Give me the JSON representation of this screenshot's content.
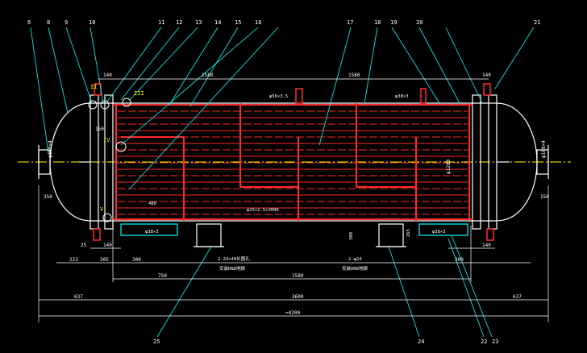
{
  "title": "",
  "colors": {
    "background": "#000000",
    "callout": "#00ffff",
    "dimension": "#ffffff",
    "tube": "#ff2a2a",
    "label": "#ffff00",
    "centerline": "#ffff00"
  },
  "callouts_top": [
    "6",
    "8",
    "9",
    "10",
    "11",
    "12",
    "13",
    "14",
    "15",
    "16",
    "17",
    "18",
    "19",
    "20",
    "21"
  ],
  "callouts_bottom": [
    "25",
    "24",
    "22",
    "23"
  ],
  "view_marks": [
    "II",
    "III",
    "IV",
    "V"
  ],
  "dims_top": {
    "left_140": "140",
    "span_1580_a": "1580",
    "span_1580_b": "1580",
    "right_140": "140"
  },
  "dims_bottom": {
    "d_223": "223",
    "d_25": "25",
    "d_305": "305",
    "d_140_l": "140",
    "d_300_l": "300",
    "d_300_r": "300",
    "d_140_r": "140",
    "d_750": "750",
    "d_1580": "1580",
    "d_637_l": "637",
    "d_3600": "3600",
    "d_637_r": "637",
    "overall": "=4200"
  },
  "side_dims": {
    "left_150": "150",
    "left_350": "350",
    "right_150": "150",
    "nozzle_left": "φ108×4",
    "nozzle_right": "φ108×4",
    "shell_dia": "φ1200"
  },
  "notes": {
    "top_nozzle_l": "φ56×3.5",
    "top_nozzle_r": "φ38×3",
    "bottom_nozzle_l": "φ38×3",
    "bottom_nozzle_r": "φ38×3",
    "baffle_pitch": "480",
    "tube_spec": "φ25×2.5×3000",
    "support_left": "2-24×40长圆孔",
    "support_left_b": "安装DN8地脚",
    "support_right": "2-φ24",
    "support_right_b": "安装DN8地脚",
    "support_h": "300",
    "shell_h": "265"
  }
}
